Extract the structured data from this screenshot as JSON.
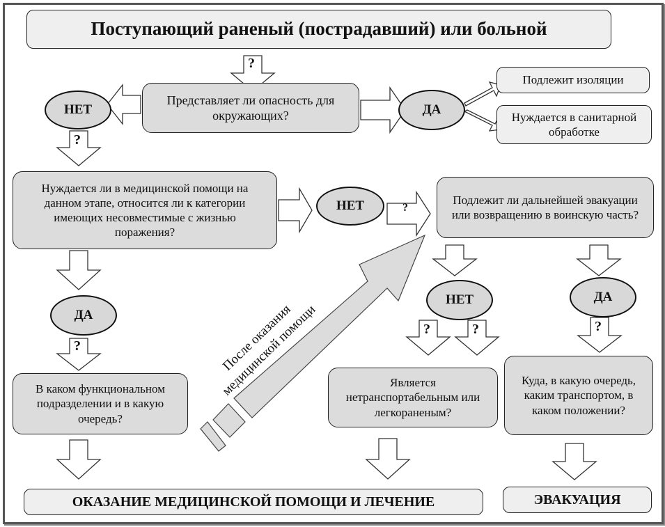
{
  "title": "Поступающий раненый (пострадавший) или больной",
  "nodes": {
    "q_danger": "Представляет ли опасность для окружающих?",
    "no_1": "НЕТ",
    "yes_1": "ДА",
    "isolation": "Подлежит изоляции",
    "sanitation": "Нуждается в санитарной обработке",
    "q_need_help": "Нуждается ли в медицинской помощи на данном этапе, относится ли к категории имеющих несовместимые с жизнью поражения?",
    "no_2": "НЕТ",
    "yes_2": "ДА",
    "q_evacuation": "Подлежит ли дальнейшей эвакуации или возвращению в воинскую часть?",
    "no_3": "НЕТ",
    "yes_3": "ДА",
    "q_unit": "В каком функциональном подразделении и в какую очередь?",
    "q_transportable": "Является нетранспортабельным или легкораненым?",
    "q_where": "Куда, в какую очередь, каким транспортом, в каком положении?",
    "result_treatment": "ОКАЗАНИЕ МЕДИЦИНСКОЙ ПОМОЩИ И ЛЕЧЕНИЕ",
    "result_evacuation": "ЭВАКУАЦИЯ"
  },
  "diagonal_label": {
    "line1": "После оказания",
    "line2": "медицинской помощи"
  },
  "question_mark": "?"
}
